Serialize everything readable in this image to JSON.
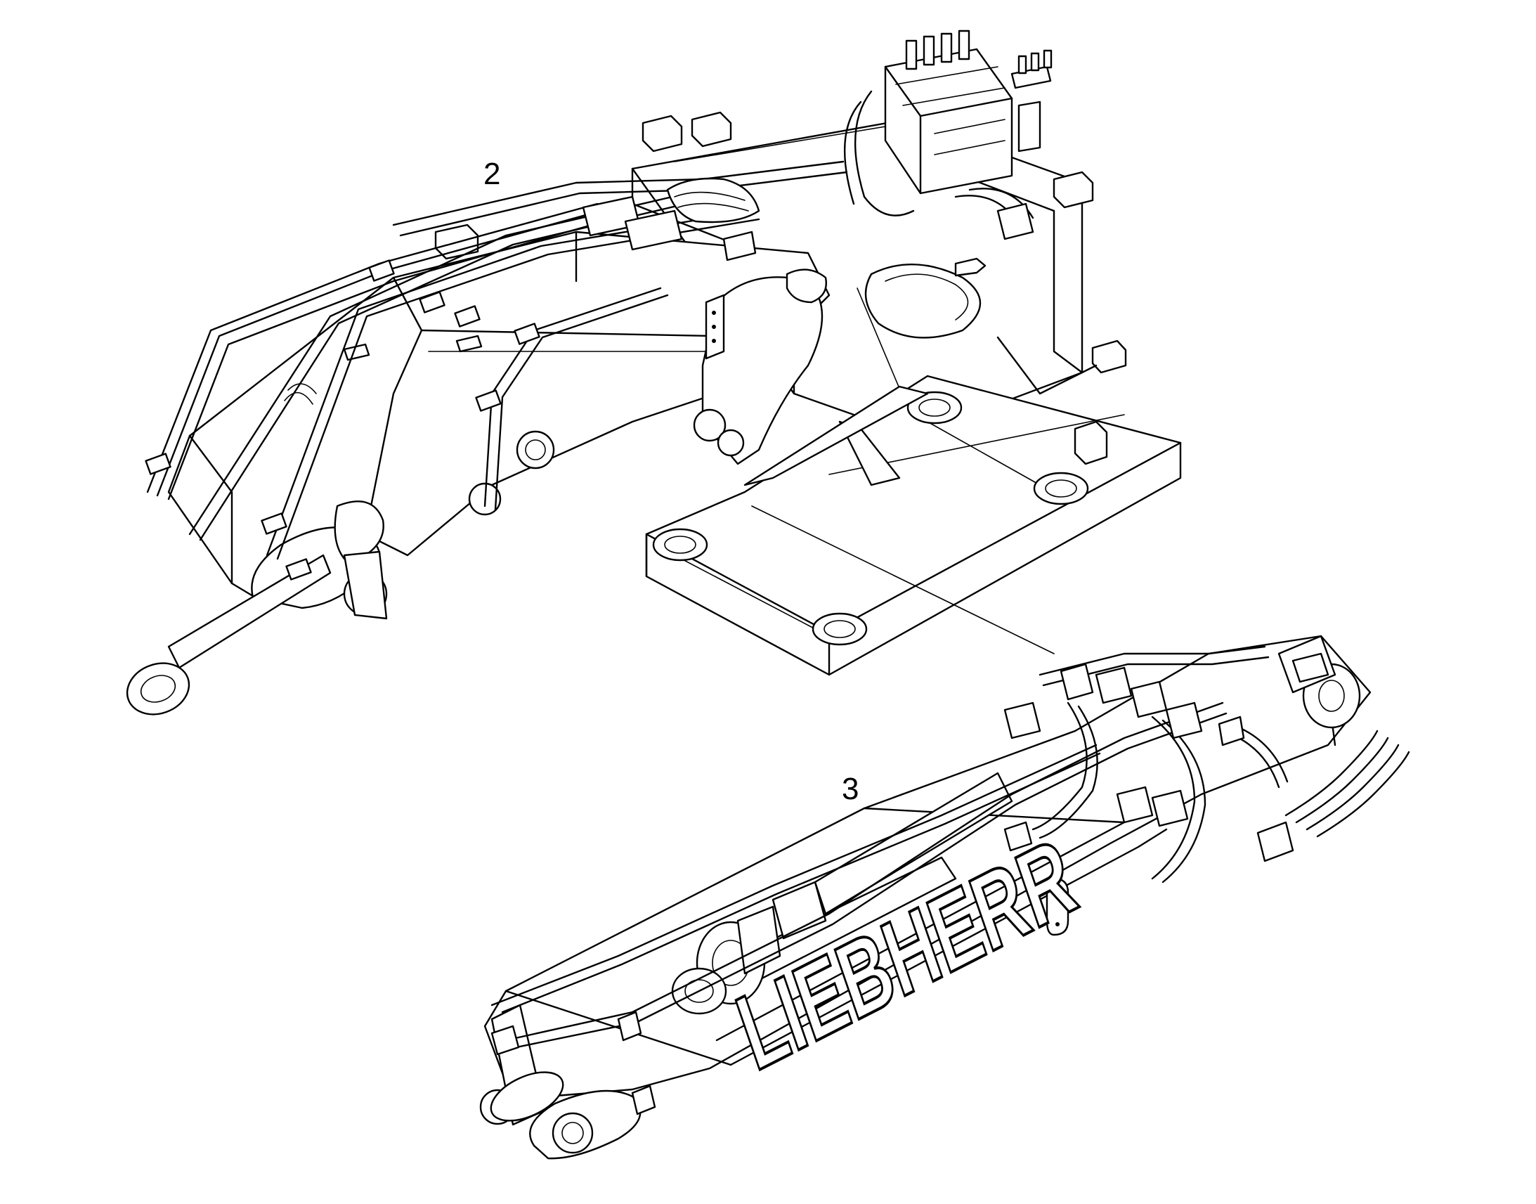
{
  "callouts": [
    {
      "label": "2",
      "part": "uppercarriage-with-boom"
    },
    {
      "label": "3",
      "part": "stick-assembly"
    }
  ],
  "brand_marking": "LIEBHERR",
  "colors": {
    "line": "#000000",
    "background": "#ffffff"
  }
}
